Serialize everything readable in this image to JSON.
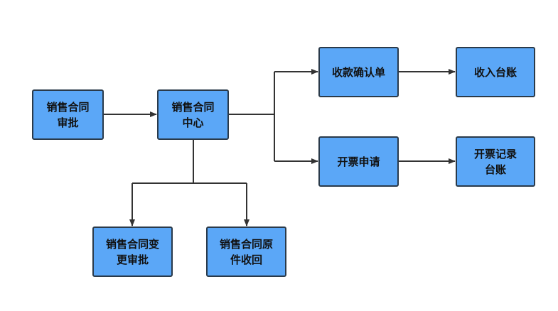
{
  "colors": {
    "node_fill": "#5ba7f7",
    "node_border": "#2a3a4a",
    "edge": "#333333",
    "background": "#ffffff"
  },
  "nodes": {
    "contract_approval": "销售合同\n审批",
    "contract_center": "销售合同\n中心",
    "receipt_confirmation": "收款确认单",
    "income_ledger": "收入台账",
    "invoice_application": "开票申请",
    "invoice_record_ledger": "开票记录\n台账",
    "contract_change_approval": "销售合同变\n更审批",
    "contract_original_return": "销售合同原\n件收回"
  }
}
